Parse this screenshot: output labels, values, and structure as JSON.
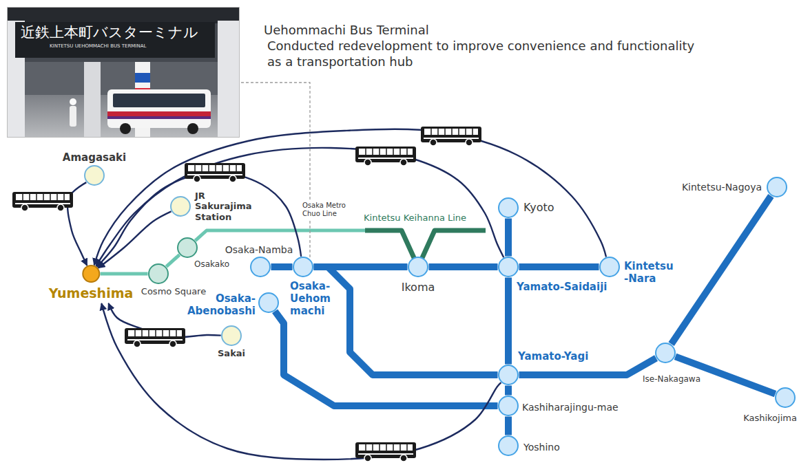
{
  "diagram": {
    "nodes": [
      {
        "text": [
          "Amagasaki"
        ]
      },
      {
        "text": [
          "JR Sakurajima Station"
        ]
      },
      {
        "text": [
          "Yumeshima"
        ]
      },
      {
        "text": [
          "Cosmo Square"
        ]
      },
      {
        "text": [
          "Osakako"
        ]
      },
      {
        "text": [
          "Osaka-Namba"
        ]
      },
      {
        "text": [
          "Osaka- Uehom machi"
        ]
      },
      {
        "text": [
          "Osaka- Abenobashi"
        ]
      },
      {
        "text": [
          "Sakai"
        ]
      },
      {
        "text": [
          "Ikoma"
        ]
      },
      {
        "text": [
          "Kyoto"
        ]
      },
      {
        "text": [
          "Yamato-Saidaiji"
        ]
      },
      {
        "text": [
          "Kintetsu -Nara"
        ]
      },
      {
        "text": [
          "Kintetsu-Nagoya"
        ]
      },
      {
        "text": [
          "Yamato-Yagi"
        ]
      },
      {
        "text": [
          "Ise-Nakagawa"
        ]
      },
      {
        "text": [
          "Kashiharajingu-mae"
        ]
      },
      {
        "text": [
          "Yoshino"
        ]
      },
      {
        "text": [
          "Kashikojima"
        ]
      }
    ],
    "edges": [
      {
        "from": 2,
        "to": 3,
        "arrow": "none"
      },
      {
        "from": 3,
        "to": 4,
        "arrow": "none"
      },
      {
        "from": 4,
        "to": 9,
        "arrow": "none"
      },
      {
        "from": 5,
        "to": 6,
        "arrow": "none"
      },
      {
        "from": 6,
        "to": 9,
        "arrow": "none"
      },
      {
        "from": 9,
        "to": 11,
        "arrow": "none"
      },
      {
        "from": 11,
        "to": 12,
        "arrow": "none"
      },
      {
        "from": 10,
        "to": 11,
        "arrow": "none"
      },
      {
        "from": 11,
        "to": 14,
        "arrow": "none"
      },
      {
        "from": 6,
        "to": 14,
        "arrow": "none"
      },
      {
        "from": 7,
        "to": 16,
        "arrow": "none"
      },
      {
        "from": 14,
        "to": 16,
        "arrow": "none"
      },
      {
        "from": 16,
        "to": 17,
        "arrow": "none"
      },
      {
        "from": 14,
        "to": 15,
        "arrow": "none"
      },
      {
        "from": 15,
        "to": 13,
        "arrow": "none"
      },
      {
        "from": 15,
        "to": 18,
        "arrow": "none"
      },
      {
        "from": 0,
        "to": 2,
        "arrow": "to"
      },
      {
        "from": 1,
        "to": 2,
        "arrow": "to"
      },
      {
        "from": 6,
        "to": 2,
        "arrow": "to"
      },
      {
        "from": 11,
        "to": 2,
        "arrow": "to"
      },
      {
        "from": 12,
        "to": 2,
        "arrow": "to"
      },
      {
        "from": 8,
        "to": 2,
        "arrow": "to"
      },
      {
        "from": 14,
        "to": 2,
        "arrow": "to"
      }
    ],
    "labels": [
      "近鉄上本町バスターミナル",
      "KINTETSU UEHOMMACHI BUS TERMINAL",
      "Uehommachi Bus Terminal",
      "Conducted redevelopment to improve convenience and functionality as a transportation hub",
      "Osaka Metro Chuo Line",
      "Kintetsu Keihanna Line"
    ]
  }
}
